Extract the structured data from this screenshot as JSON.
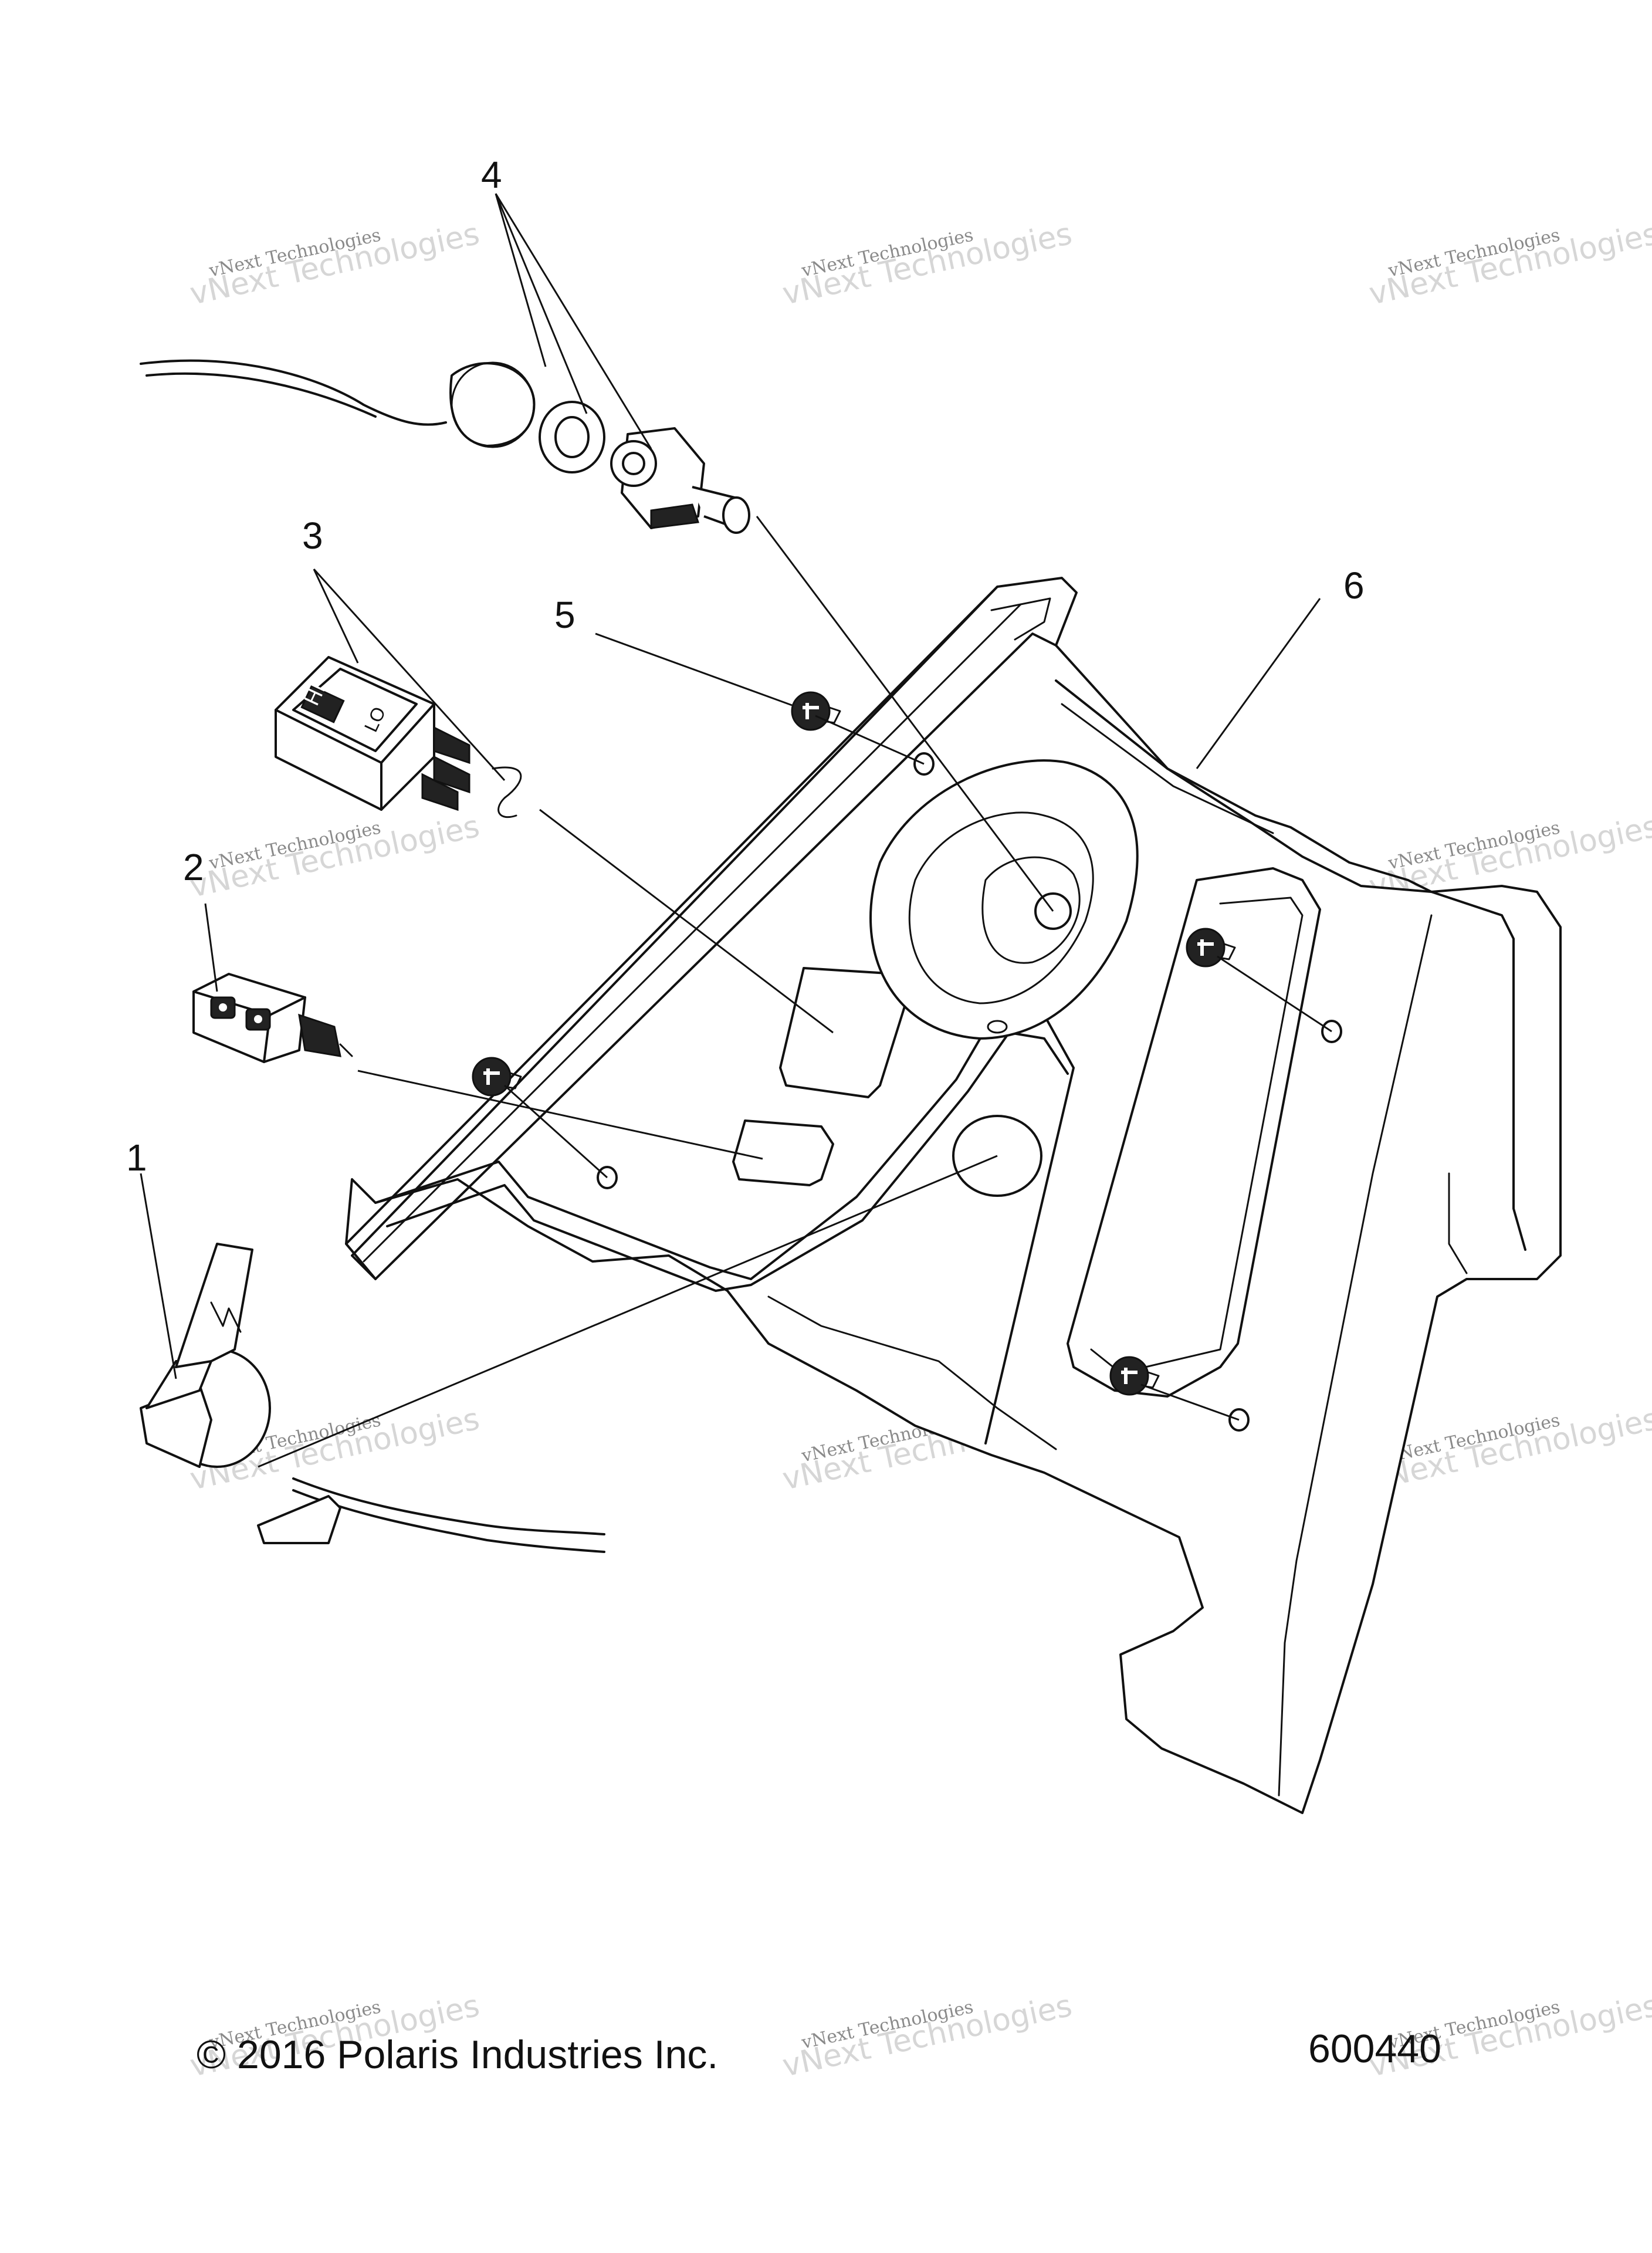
{
  "callouts": {
    "c1": "1",
    "c2": "2",
    "c3": "3",
    "c4": "4",
    "c5": "5",
    "c6": "6"
  },
  "footer": {
    "copyright": "© 2016 Polaris Industries Inc.",
    "figure_number": "600440"
  },
  "watermark": {
    "line1": "vNext Technologies",
    "line2": "vNext Technologies"
  },
  "switch_labels": {
    "hi": "HI",
    "lo": "LO"
  }
}
